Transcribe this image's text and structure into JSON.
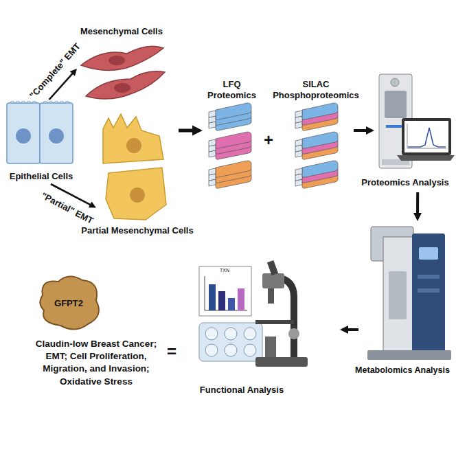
{
  "diagram": {
    "nodes": [
      {
        "text": [
          "Epithelial Cells"
        ]
      },
      {
        "text": [
          "Mesenchymal Cells"
        ]
      },
      {
        "text": [
          "Partial Mesenchymal Cells"
        ]
      },
      {
        "text": [
          "LFQ Proteomics"
        ]
      },
      {
        "text": [
          "SILAC Phosphoproteomics"
        ]
      },
      {
        "text": [
          "Proteomics Analysis"
        ]
      },
      {
        "text": [
          "Metabolomics Analysis"
        ]
      },
      {
        "text": [
          "Functional Analysis"
        ]
      },
      {
        "text": [
          "GFPT2",
          "Claudin-low Breast Cancer; EMT; Cell Proliferation, Migration, and Invasion; Oxidative Stress"
        ]
      }
    ],
    "edges": [
      {
        "from": 0,
        "to": 1,
        "label": "\"Complete\" EMT",
        "arrow": "to"
      },
      {
        "from": 0,
        "to": 2,
        "label": "\"Partial\" EMT",
        "arrow": "to"
      },
      {
        "from": 2,
        "to": 3,
        "arrow": "to"
      },
      {
        "from": 4,
        "to": 5,
        "arrow": "to"
      },
      {
        "from": 5,
        "to": 6,
        "arrow": "to"
      },
      {
        "from": 6,
        "to": 7,
        "arrow": "to"
      }
    ],
    "labels": [
      "+",
      "=",
      "TXN"
    ]
  }
}
